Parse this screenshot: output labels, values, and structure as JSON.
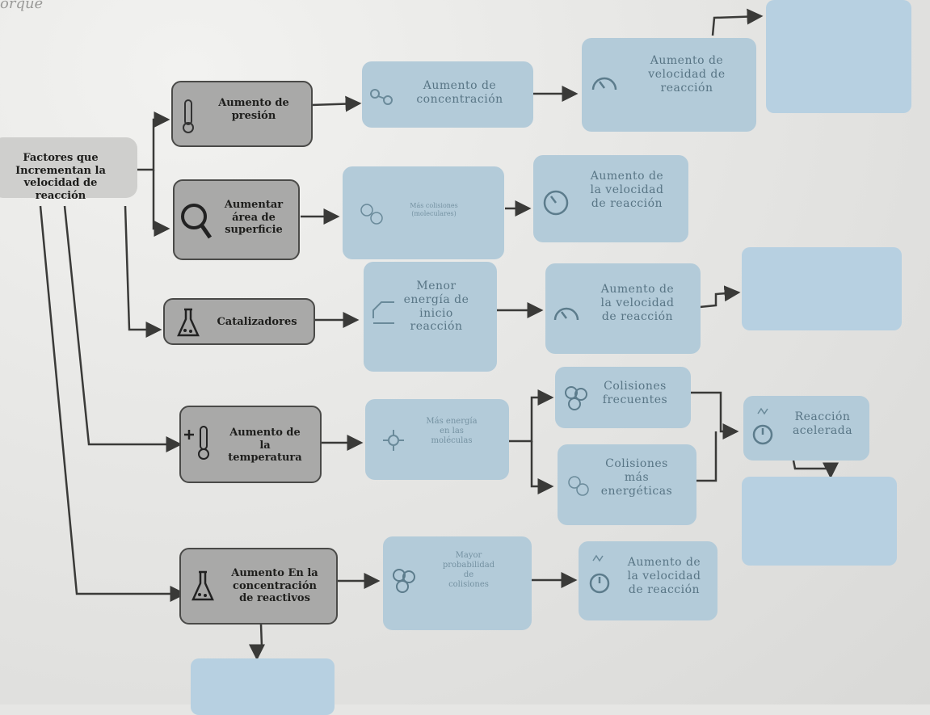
{
  "root": {
    "label": "Factores que\nIncrementan la\nvelocidad de reacción"
  },
  "top_fragment": "orque",
  "factors": {
    "presion": {
      "label": "Aumento de\npresión",
      "icon": "thermometer-icon"
    },
    "superficie": {
      "label": "Aumentar\nárea de\nsuperficie",
      "icon": "magnifier-icon"
    },
    "catalizadores": {
      "label": "Catalizadores",
      "icon": "flask-icon"
    },
    "temperatura": {
      "label": "Aumento de\nla\ntemperatura",
      "icon": "thermometer-plus-icon"
    },
    "concentracion": {
      "label": "Aumento En la\nconcentración\nde reactivos",
      "icon": "flask-icon"
    }
  },
  "effects": {
    "concentracion": {
      "label": "Aumento de\nconcentración",
      "icon": "molecules-icon"
    },
    "velocidad_1": {
      "label": "Aumento de\nvelocidad de\nreacción",
      "icon": "gauge-icon"
    },
    "colisiones_moleculares": {
      "label": "Más colisiones\n(moleculares)",
      "icon": "molecules-icon"
    },
    "velocidad_2": {
      "label": "Aumento de\nla velocidad\nde reacción",
      "icon": "gauge-icon"
    },
    "menor_energia": {
      "label": "Menor\nenergía de\ninicio\nreacción",
      "icon": "energy-icon"
    },
    "velocidad_3": {
      "label": "Aumento de\nla velocidad\nde reacción",
      "icon": "gauge-icon"
    },
    "mas_energia": {
      "label": "Más energía\nen las\nmoléculas",
      "icon": "molecule-icon"
    },
    "colisiones_frecuentes": {
      "label": "Colisiones\nfrecuentes",
      "icon": "molecules-icon"
    },
    "colisiones_energeticas": {
      "label": "Colisiones\nmás\nenergéticas",
      "icon": "molecules-icon"
    },
    "reaccion_acelerada": {
      "label": "Reacción\nacelerada",
      "icon": "gauge-icon"
    },
    "mayor_probabilidad": {
      "label": "Mayor\nprobabilidad\nde\ncolisiones",
      "icon": "molecules-icon"
    },
    "velocidad_4": {
      "label": "Aumento de\nla velocidad\nde reacción",
      "icon": "gauge-icon"
    }
  },
  "colors": {
    "gray_box": "#a9a9a8",
    "blue_box": "#b3cbd9",
    "empty_box": "#b7d0e1",
    "line": "#3a3a38"
  }
}
